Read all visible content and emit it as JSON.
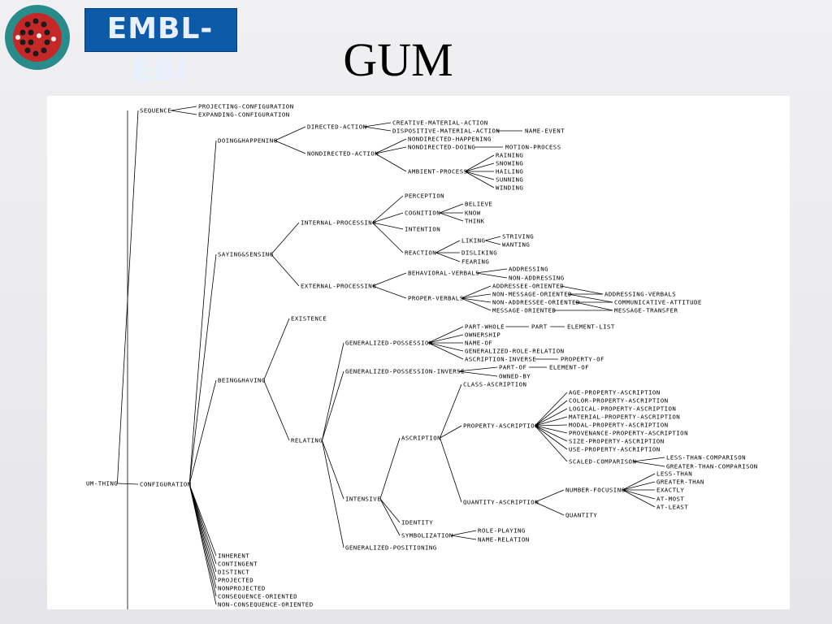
{
  "header": {
    "logo_text": "EMBL-EBI",
    "title": "GUM"
  },
  "tree": {
    "root": "UM-THING",
    "children": [
      {
        "label": "SEQUENCE",
        "children": [
          {
            "label": "PROJECTING-CONFIGURATION"
          },
          {
            "label": "EXPANDING-CONFIGURATION"
          }
        ]
      },
      {
        "label": "CONFIGURATION",
        "children": [
          {
            "label": "DOING&HAPPENING",
            "children": [
              {
                "label": "DIRECTED-ACTION",
                "children": [
                  {
                    "label": "CREATIVE-MATERIAL-ACTION"
                  },
                  {
                    "label": "DISPOSITIVE-MATERIAL-ACTION",
                    "children": [
                      {
                        "label": "NAME-EVENT"
                      }
                    ]
                  }
                ]
              },
              {
                "label": "NONDIRECTED-ACTION",
                "children": [
                  {
                    "label": "NONDIRECTED-HAPPENING"
                  },
                  {
                    "label": "NONDIRECTED-DOING",
                    "children": [
                      {
                        "label": "MOTION-PROCESS"
                      }
                    ]
                  },
                  {
                    "label": "AMBIENT-PROCESS",
                    "children": [
                      {
                        "label": "RAINING"
                      },
                      {
                        "label": "SNOWING"
                      },
                      {
                        "label": "HAILING"
                      },
                      {
                        "label": "SUNNING"
                      },
                      {
                        "label": "WINDING"
                      }
                    ]
                  }
                ]
              }
            ]
          },
          {
            "label": "SAYING&SENSING",
            "children": [
              {
                "label": "INTERNAL-PROCESSING",
                "children": [
                  {
                    "label": "PERCEPTION"
                  },
                  {
                    "label": "COGNITION",
                    "children": [
                      {
                        "label": "BELIEVE"
                      },
                      {
                        "label": "KNOW"
                      },
                      {
                        "label": "THINK"
                      }
                    ]
                  },
                  {
                    "label": "INTENTION"
                  },
                  {
                    "label": "REACTION",
                    "children": [
                      {
                        "label": "LIKING",
                        "children": [
                          {
                            "label": "STRIVING"
                          },
                          {
                            "label": "WANTING"
                          }
                        ]
                      },
                      {
                        "label": "DISLIKING"
                      },
                      {
                        "label": "FEARING"
                      }
                    ]
                  }
                ]
              },
              {
                "label": "EXTERNAL-PROCESSING",
                "children": [
                  {
                    "label": "BEHAVIORAL-VERBALS",
                    "children": [
                      {
                        "label": "ADDRESSING"
                      },
                      {
                        "label": "NON-ADDRESSING"
                      }
                    ]
                  },
                  {
                    "label": "PROPER-VERBALS",
                    "children": [
                      {
                        "label": "ADDRESSEE-ORIENTED"
                      },
                      {
                        "label": "NON-MESSAGE-ORIENTED"
                      },
                      {
                        "label": "NON-ADDRESSEE-ORIENTED"
                      },
                      {
                        "label": "MESSAGE-ORIENTED"
                      }
                    ]
                  }
                ]
              }
            ]
          },
          {
            "label": "BEING&HAVING",
            "children": [
              {
                "label": "EXISTENCE"
              },
              {
                "label": "RELATING",
                "children": [
                  {
                    "label": "GENERALIZED-POSSESSION",
                    "children": [
                      {
                        "label": "PART-WHOLE",
                        "children": [
                          {
                            "label": "PART",
                            "children": [
                              {
                                "label": "ELEMENT-LIST"
                              }
                            ]
                          }
                        ]
                      },
                      {
                        "label": "OWNERSHIP"
                      },
                      {
                        "label": "NAME-OF"
                      },
                      {
                        "label": "GENERALIZED-ROLE-RELATION"
                      },
                      {
                        "label": "ASCRIPTION-INVERSE",
                        "children": [
                          {
                            "label": "PROPERTY-OF"
                          }
                        ]
                      }
                    ]
                  },
                  {
                    "label": "GENERALIZED-POSSESSION-INVERSE",
                    "children": [
                      {
                        "label": "PART-OF",
                        "children": [
                          {
                            "label": "ELEMENT-OF"
                          }
                        ]
                      },
                      {
                        "label": "OWNED-BY"
                      }
                    ]
                  },
                  {
                    "label": "INTENSIVE",
                    "children": [
                      {
                        "label": "ASCRIPTION",
                        "children": [
                          {
                            "label": "CLASS-ASCRIPTION"
                          },
                          {
                            "label": "PROPERTY-ASCRIPTION",
                            "children": [
                              {
                                "label": "AGE-PROPERTY-ASCRIPTION"
                              },
                              {
                                "label": "COLOR-PROPERTY-ASCRIPTION"
                              },
                              {
                                "label": "LOGICAL-PROPERTY-ASCRIPTION"
                              },
                              {
                                "label": "MATERIAL-PROPERTY-ASCRIPTION"
                              },
                              {
                                "label": "MODAL-PROPERTY-ASCRIPTION"
                              },
                              {
                                "label": "PROVENANCE-PROPERTY-ASCRIPTION"
                              },
                              {
                                "label": "SIZE-PROPERTY-ASCRIPTION"
                              },
                              {
                                "label": "USE-PROPERTY-ASCRIPTION"
                              },
                              {
                                "label": "SCALED-COMPARISON",
                                "children": [
                                  {
                                    "label": "LESS-THAN-COMPARISON"
                                  },
                                  {
                                    "label": "GREATER-THAN-COMPARISON"
                                  }
                                ]
                              }
                            ]
                          },
                          {
                            "label": "QUANTITY-ASCRIPTION",
                            "children": [
                              {
                                "label": "NUMBER-FOCUSING",
                                "children": [
                                  {
                                    "label": "LESS-THAN"
                                  },
                                  {
                                    "label": "GREATER-THAN"
                                  },
                                  {
                                    "label": "EXACTLY"
                                  },
                                  {
                                    "label": "AT-MOST"
                                  },
                                  {
                                    "label": "AT-LEAST"
                                  }
                                ]
                              },
                              {
                                "label": "QUANTITY"
                              }
                            ]
                          }
                        ]
                      },
                      {
                        "label": "IDENTITY"
                      },
                      {
                        "label": "SYMBOLIZATION",
                        "children": [
                          {
                            "label": "ROLE-PLAYING"
                          },
                          {
                            "label": "NAME-RELATION"
                          }
                        ]
                      }
                    ]
                  },
                  {
                    "label": "GENERALIZED-POSITIONING"
                  }
                ]
              }
            ]
          },
          {
            "label": "INHERENT"
          },
          {
            "label": "CONTINGENT"
          },
          {
            "label": "DISTINCT"
          },
          {
            "label": "PROJECTED"
          },
          {
            "label": "NONPROJECTED"
          },
          {
            "label": "CONSEQUENCE-ORIENTED"
          },
          {
            "label": "NON-CONSEQUENCE-ORIENTED"
          }
        ]
      }
    ],
    "cross_links": [
      {
        "from": "ADDRESSEE-ORIENTED",
        "to": "ADDRESSING-VERBALS"
      },
      {
        "from": "NON-MESSAGE-ORIENTED",
        "to": "ADDRESSING-VERBALS"
      },
      {
        "from": "NON-MESSAGE-ORIENTED",
        "to": "COMMUNICATIVE-ATTITUDE"
      },
      {
        "from": "NON-ADDRESSEE-ORIENTED",
        "to": "COMMUNICATIVE-ATTITUDE"
      },
      {
        "from": "NON-ADDRESSEE-ORIENTED",
        "to": "MESSAGE-TRANSFER"
      },
      {
        "from": "MESSAGE-ORIENTED",
        "to": "MESSAGE-TRANSFER"
      }
    ]
  }
}
